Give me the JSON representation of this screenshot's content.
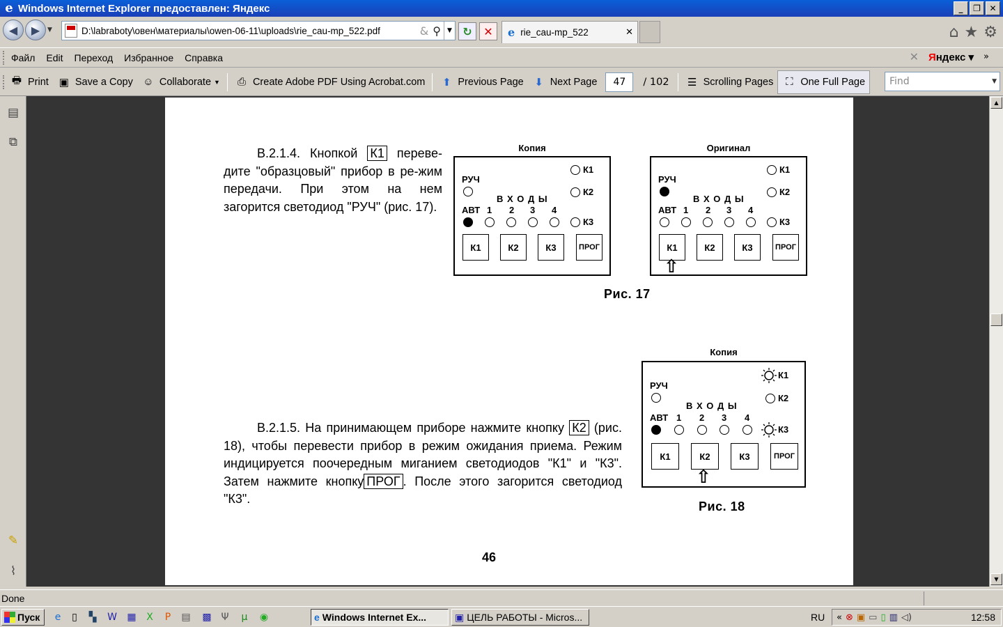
{
  "window": {
    "title": "Windows Internet Explorer предоставлен: Яндекс",
    "min": "_",
    "max": "❐",
    "close": "✕"
  },
  "address": {
    "url": "D:\\labraboty\\овен\\материалы\\owen-06-11\\uploads\\rie_cau-mp_522.pdf",
    "tab_label": "rie_cau-mp_522"
  },
  "menu": {
    "items": [
      "Файл",
      "Edit",
      "Переход",
      "Избранное",
      "Справка"
    ],
    "yandex_y": "Я",
    "yandex_rest": "ндекс"
  },
  "acrobat": {
    "print": "Print",
    "save_copy": "Save a Copy",
    "collaborate": "Collaborate",
    "create_pdf": "Create Adobe PDF Using Acrobat.com",
    "prev_page": "Previous Page",
    "next_page": "Next Page",
    "page_current": "47",
    "page_total": "/  102",
    "scrolling_pages": "Scrolling Pages",
    "one_full_page": "One Full Page",
    "find_placeholder": "Find"
  },
  "document": {
    "para1_line1_pre": "В.2.1.4. Кнопкой",
    "para1_key": "К1",
    "para1_line1_post": "переве-",
    "para1_rest": "дите \"образцовый\" прибор в ре-жим передачи. При этом на нем загорится светодиод \"РУЧ\" (рис. 17).",
    "para2_pre": "В.2.1.5. На принимающем приборе нажмите кнопку",
    "para2_key1": "К2",
    "para2_mid": "(рис. 18), чтобы перевести прибор в режим ожидания приема. Режим индицируется поочередным миганием светодиодов \"К1\" и \"К3\". Затем нажмите кнопку",
    "para2_key2": "ПРОГ",
    "para2_post": ". После этого загорится светодиод \"К3\".",
    "fig17_caption": "Рис. 17",
    "fig18_caption": "Рис. 18",
    "page_number": "46",
    "panel_copy_title": "Копия",
    "panel_orig_title": "Оригинал",
    "panel_labels": {
      "ruch": "РУЧ",
      "avt": "АВТ",
      "vhody": "В Х О Д Ы",
      "in1": "1",
      "in2": "2",
      "in3": "3",
      "in4": "4",
      "k1": "К1",
      "k2": "К2",
      "k3": "К3",
      "btn_k1": "К1",
      "btn_k2": "К2",
      "btn_k3": "К3",
      "btn_prog": "ПРОГ"
    }
  },
  "status": {
    "text": "Done"
  },
  "taskbar": {
    "start": "Пуск",
    "items": [
      "Windows Internet Ex...",
      "ЦЕЛЬ РАБОТЫ - Micros..."
    ],
    "lang": "RU",
    "clock": "12:58"
  }
}
